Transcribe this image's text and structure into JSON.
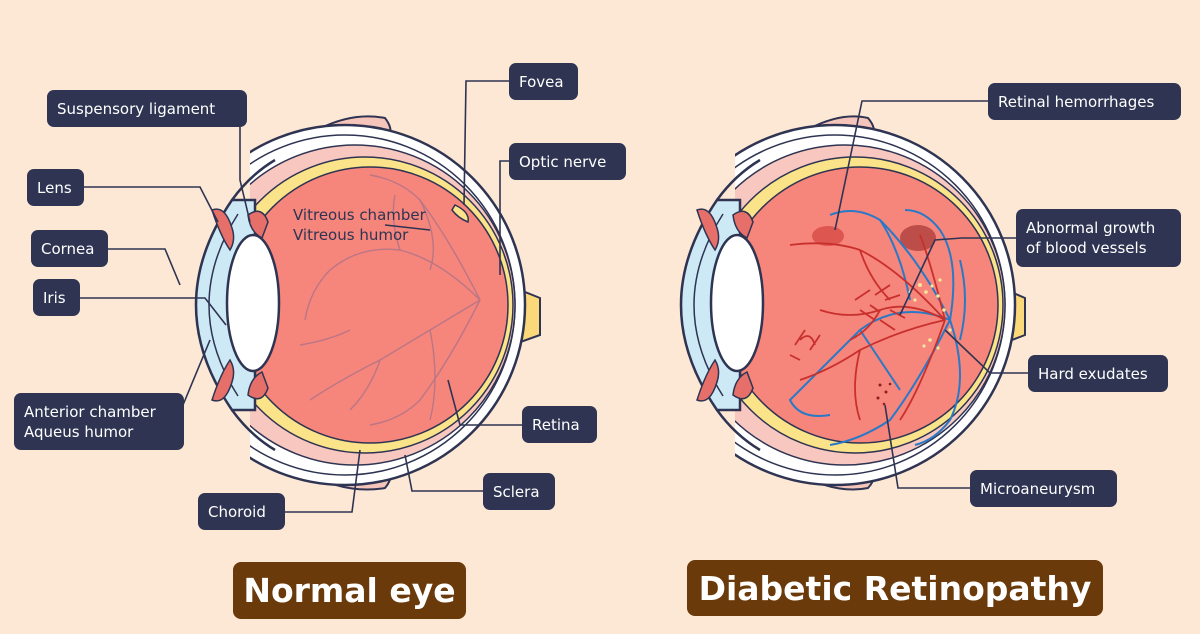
{
  "titles": {
    "normal": "Normal eye",
    "diabetic": "Diabetic Retinopathy"
  },
  "normal_eye": {
    "labels": {
      "suspensory_ligament": "Suspensory ligament",
      "lens": "Lens",
      "cornea": "Cornea",
      "iris": "Iris",
      "anterior_chamber": "Anterior chamber\nAqueus humor",
      "choroid": "Choroid",
      "fovea": "Fovea",
      "optic_nerve": "Optic nerve",
      "retina": "Retina",
      "sclera": "Sclera"
    },
    "vitreous_text": "Vitreous chamber\nVitreous humor"
  },
  "diabetic_eye": {
    "labels": {
      "retinal_hemorrhages": "Retinal hemorrhages",
      "abnormal_growth": "Abnormal growth\nof blood vessels",
      "hard_exudates": "Hard exudates",
      "microaneurysm": "Microaneurysm"
    }
  },
  "colors": {
    "background": "#fde8d6",
    "label_box": "#2e3452",
    "title_box": "#6b3a0b",
    "sclera": "#ffffff",
    "outline": "#2e3452",
    "vitreous": "#f6857c",
    "retina_layer": "#fbe38a",
    "choroid_layer": "#f8c8c0",
    "aqueous": "#cde9f6",
    "iris": "#e76f6a",
    "optic_nerve": "#fbd97a",
    "artery": "#c9302c",
    "vein": "#2a79c7",
    "exudate": "#f5e79a"
  }
}
